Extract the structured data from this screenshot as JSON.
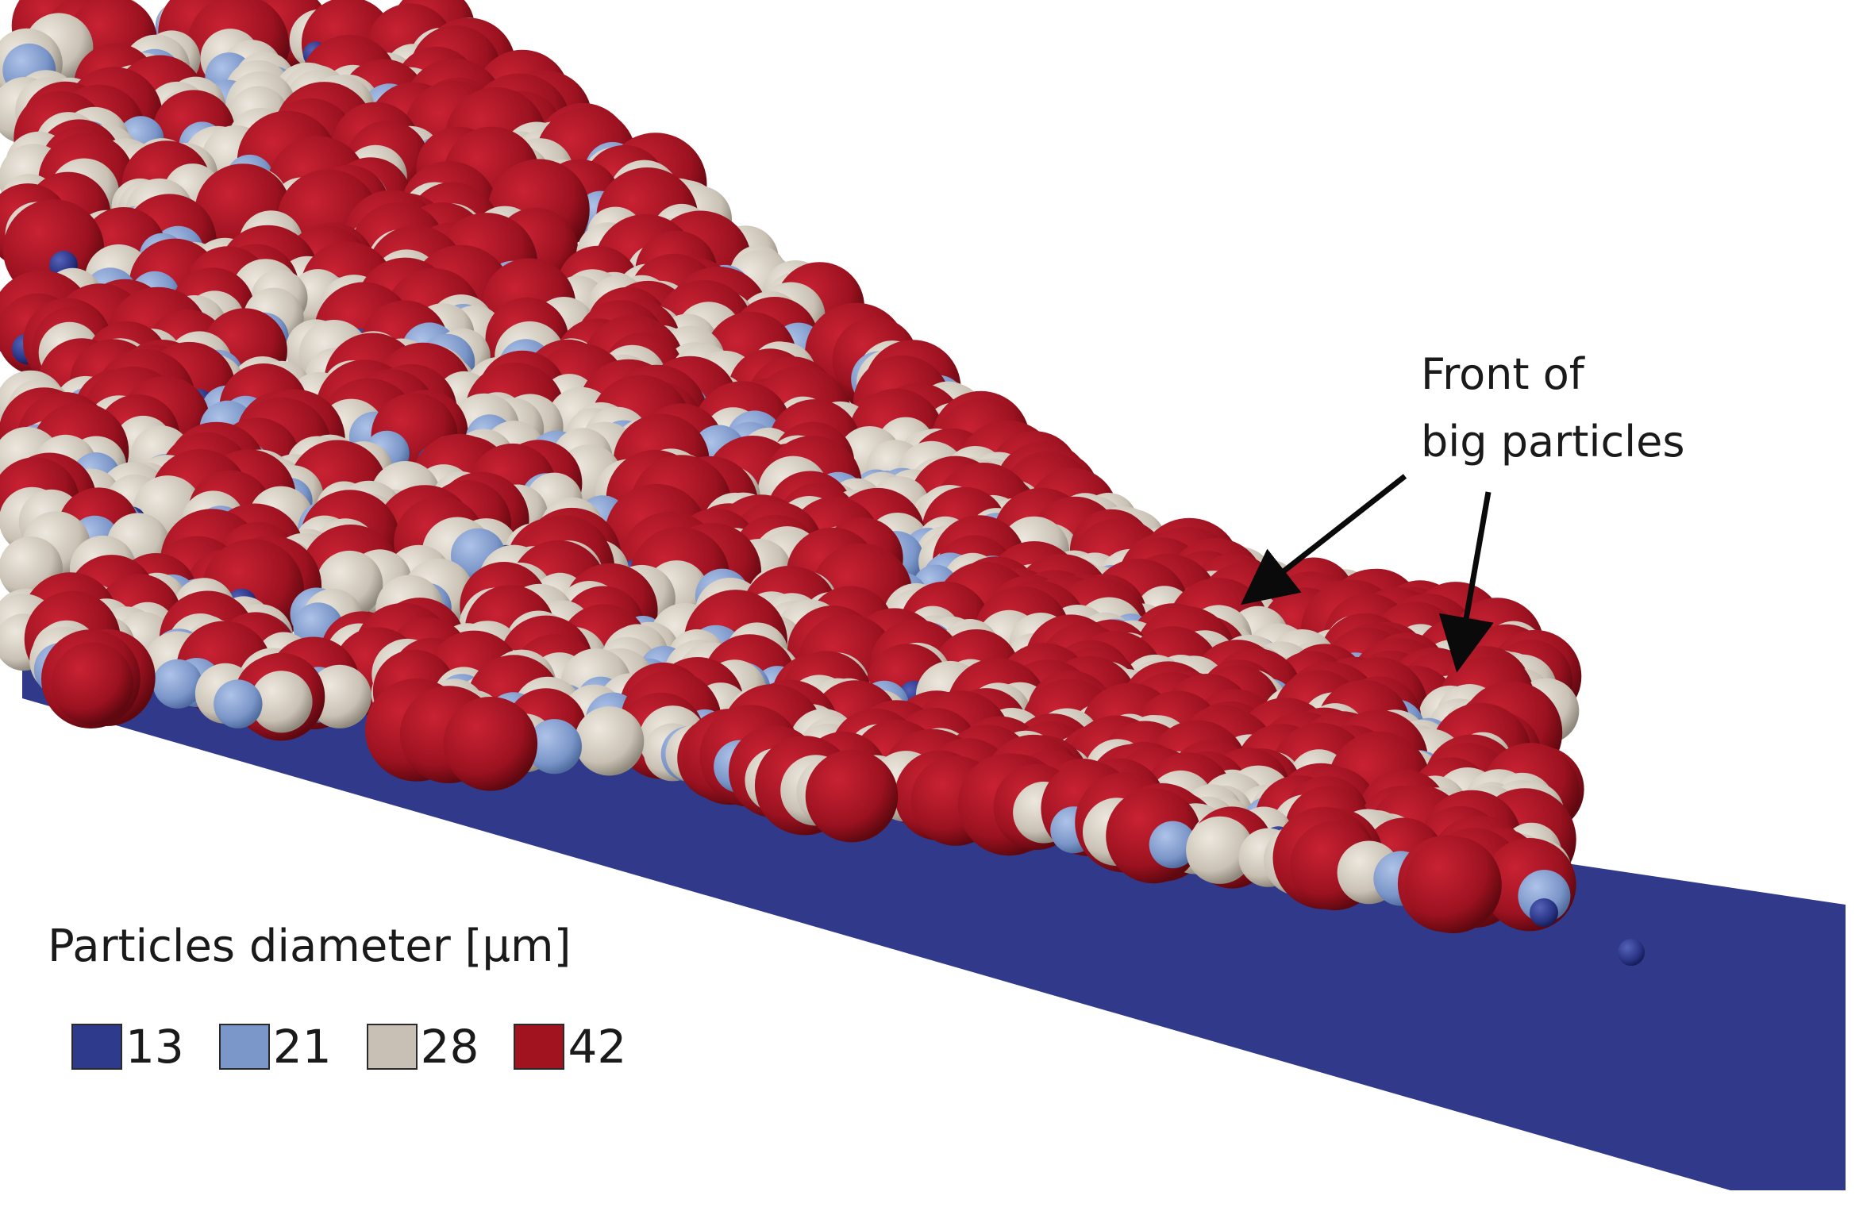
{
  "annotation": {
    "line1": "Front of",
    "line2": "big particles"
  },
  "legend": {
    "title": "Particles diameter [μm]",
    "items": [
      {
        "label": "13",
        "color": "#2e3a8c"
      },
      {
        "label": "21",
        "color": "#7b97c9"
      },
      {
        "label": "28",
        "color": "#c8c0b4"
      },
      {
        "label": "42",
        "color": "#a0131f"
      }
    ]
  },
  "colors": {
    "substrate": "#30398a",
    "background": "#ffffff"
  }
}
